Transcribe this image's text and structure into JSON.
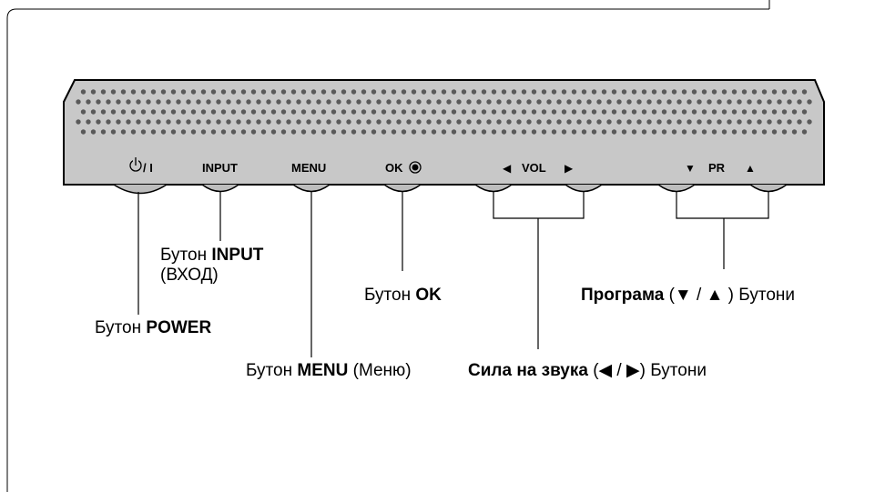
{
  "panel": {
    "labels": {
      "input": "INPUT",
      "menu": "MENU",
      "ok": "OK",
      "vol": "VOL",
      "pr": "PR",
      "left_arrow": "◀",
      "right_arrow": "▶",
      "down_arrow": "▼",
      "up_arrow": "▲",
      "power_symbol": "⏻/ I",
      "ok_symbol": "◉"
    },
    "icons": [
      "power-icon",
      "speaker-grille"
    ]
  },
  "callouts": {
    "power": {
      "prefix": "Бутон",
      "bold": "POWER",
      "suffix": ""
    },
    "input": {
      "prefix": "Бутон",
      "bold": "INPUT",
      "line2": "(ВХОД)"
    },
    "ok": {
      "prefix": "Бутон",
      "bold": "OK"
    },
    "menu": {
      "prefix": "Бутон",
      "bold": "MENU",
      "suffix": "(Меню)"
    },
    "volume": {
      "bold": "Сила на звука",
      "middle": "(◀ / ▶)",
      "suffix": "Бутони"
    },
    "program": {
      "bold": "Програма",
      "middle": "(▼ / ▲ )",
      "suffix": "Бутони"
    }
  }
}
